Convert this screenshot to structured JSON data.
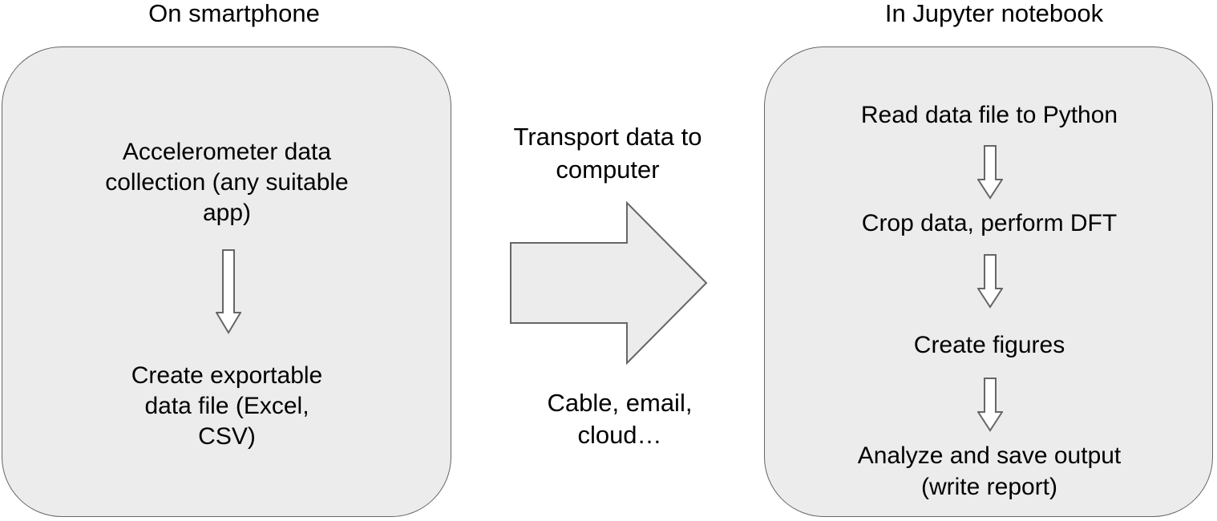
{
  "diagram": {
    "colors": {
      "background": "#ffffff",
      "box_fill": "#ececec",
      "stroke": "#666666",
      "small_arrow_fill": "#ffffff",
      "text": "#000000"
    },
    "left": {
      "title": "On smartphone",
      "steps": [
        "Accelerometer data\ncollection (any suitable\napp)",
        "Create exportable\ndata file (Excel,\nCSV)"
      ]
    },
    "middle": {
      "top_label": "Transport data to\ncomputer",
      "bottom_label": "Cable, email,\ncloud…"
    },
    "right": {
      "title": "In Jupyter notebook",
      "steps": [
        "Read data file to Python",
        "Crop data, perform DFT",
        "Create figures",
        "Analyze and save output\n(write report)"
      ]
    }
  }
}
